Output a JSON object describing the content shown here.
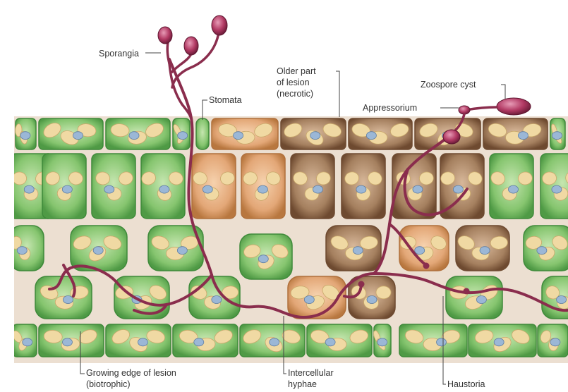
{
  "labels": {
    "sporangia": "Sporangia",
    "stomata": "Stomata",
    "older_part_line1": "Older part",
    "older_part_line2": "of lesion",
    "older_part_line3": "(necrotic)",
    "zoospore_cyst": "Zoospore cyst",
    "appressorium": "Appressorium",
    "growing_edge_line1": "Growing edge of lesion",
    "growing_edge_line2": "(biotrophic)",
    "intercellular_line1": "Intercellular",
    "intercellular_line2": "hyphae",
    "haustoria": "Haustoria"
  },
  "colors": {
    "healthy_cell": "#7fbf6a",
    "healthy_cell_edge": "#3f8a3a",
    "healthy_cell_inner": "#a9d690",
    "infected_cell": "#e3a777",
    "infected_cell_edge": "#b0703c",
    "necrotic_cell": "#a37a5a",
    "necrotic_cell_edge": "#6e4a30",
    "chloroplast": "#f0d9a3",
    "nucleus": "#9bb7d6",
    "hypha": "#8a2d4d",
    "sporangium": "#b23a64",
    "tissue_background": "#ecdfd1",
    "leader_line": "#444444"
  }
}
